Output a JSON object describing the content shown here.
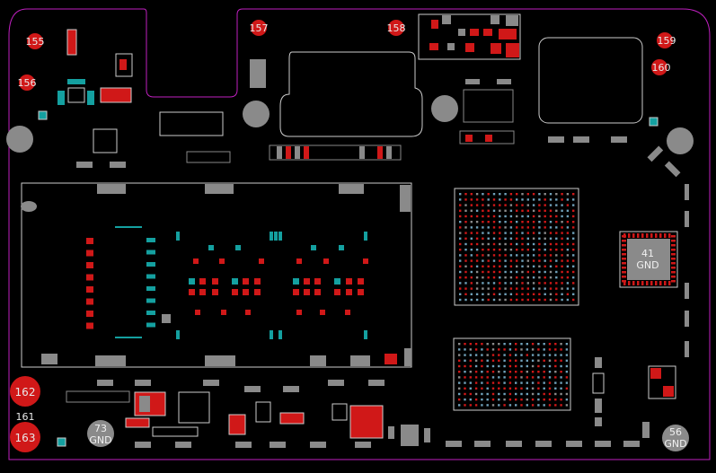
{
  "colors": {
    "background": "#000000",
    "outline": "#c020c0",
    "pad_red": "#d01818",
    "pad_gray": "#8a8a8a",
    "pad_teal": "#14a0a0",
    "silk": "#dddddd",
    "label": "#d01818"
  },
  "test_points": {
    "tp155": "155",
    "tp156": "156",
    "tp157": "157",
    "tp158": "158",
    "tp159": "159",
    "tp160": "160",
    "tp161": "161",
    "tp162": "162",
    "tp163": "163"
  },
  "gnd_points": {
    "gnd73": {
      "number": "73",
      "net": "GND"
    },
    "gnd56": {
      "number": "56",
      "net": "GND"
    },
    "gnd41": {
      "number": "41",
      "net": "GND"
    }
  }
}
